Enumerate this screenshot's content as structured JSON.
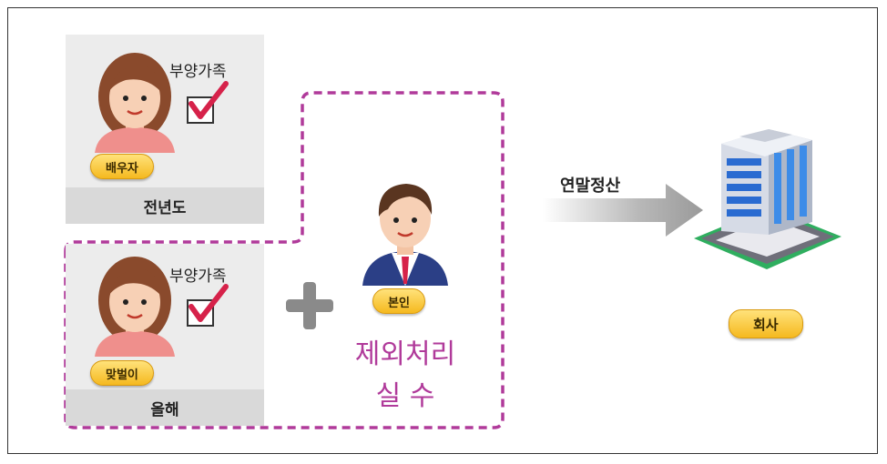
{
  "prev_year": {
    "dependent_label": "부양가족",
    "role_badge": "배우자",
    "footer": "전년도"
  },
  "this_year": {
    "dependent_label": "부양가족",
    "role_badge": "맞벌이",
    "footer": "올해"
  },
  "self": {
    "role_badge": "본인",
    "error_line1": "제외처리",
    "error_line2": "실 수"
  },
  "flow": {
    "arrow_label": "연말정산"
  },
  "company": {
    "badge": "회사"
  },
  "colors": {
    "accent_magenta": "#b03a9a",
    "badge_yellow": "#f5b91f",
    "check_red": "#d6224a",
    "dashed_border": "#b03a9a"
  }
}
